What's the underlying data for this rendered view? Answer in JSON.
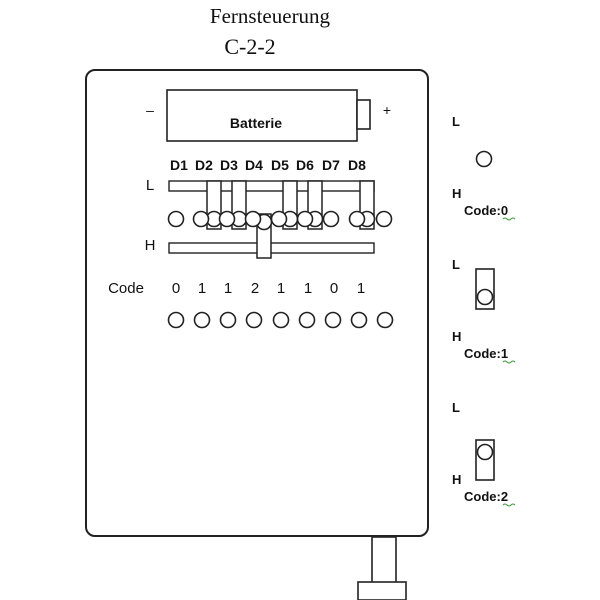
{
  "title": "Fernsteuerung",
  "subtitle": "C-2-2",
  "battery": {
    "label": "Batterie",
    "minus": "–",
    "plus": "+"
  },
  "rows": {
    "low": "L",
    "high": "H"
  },
  "dip_labels": [
    "D1",
    "D2",
    "D3",
    "D4",
    "D5",
    "D6",
    "D7",
    "D8"
  ],
  "code_label": "Code",
  "code_values": [
    "0",
    "1",
    "1",
    "2",
    "1",
    "1",
    "0",
    "1"
  ],
  "legend": [
    {
      "low": "L",
      "high": "H",
      "code": "Code:0",
      "state": "open"
    },
    {
      "low": "L",
      "high": "H",
      "code": "Code:1",
      "state": "low"
    },
    {
      "low": "L",
      "high": "H",
      "code": "Code:2",
      "state": "high"
    }
  ],
  "colors": {
    "stroke": "#222222",
    "wavy": "#3a9a3a"
  }
}
